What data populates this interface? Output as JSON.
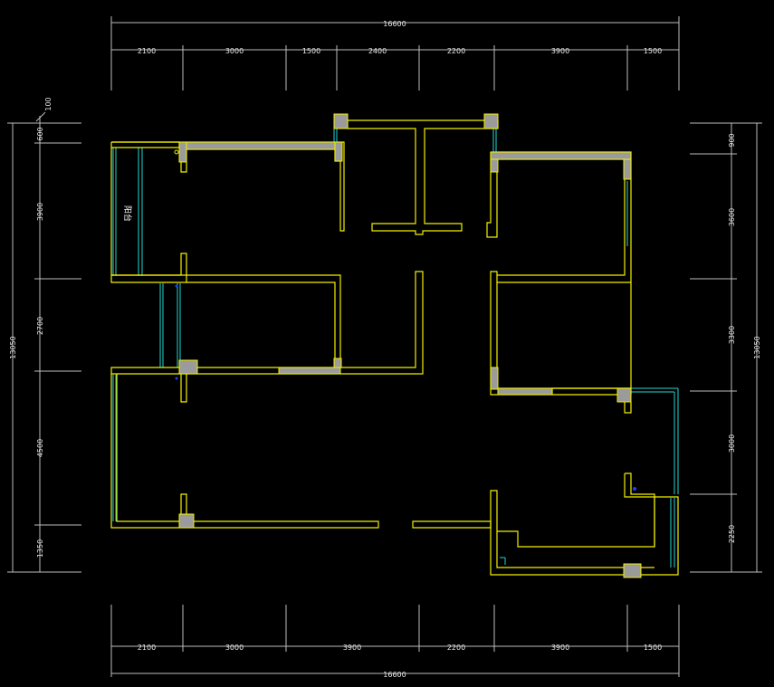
{
  "drawing": {
    "overall_width": "16600",
    "overall_depth": "13050",
    "top_segments": [
      "2100",
      "3000",
      "1500",
      "2400",
      "2200",
      "3900",
      "1500"
    ],
    "bottom_segments": [
      "2100",
      "3000",
      "3900",
      "2200",
      "3900",
      "1500"
    ],
    "left_offset": "100",
    "left_segments": [
      "600",
      "3900",
      "2700",
      "4500",
      "1350"
    ],
    "right_segments": [
      "900",
      "3600",
      "3300",
      "3000",
      "2250"
    ],
    "room_label": "阳台",
    "colors": {
      "background": "#000000",
      "wall": "#f2f000",
      "window": "#1fd6d6",
      "column": "#9b9b9b",
      "dimension": "#bdbdbd"
    }
  }
}
